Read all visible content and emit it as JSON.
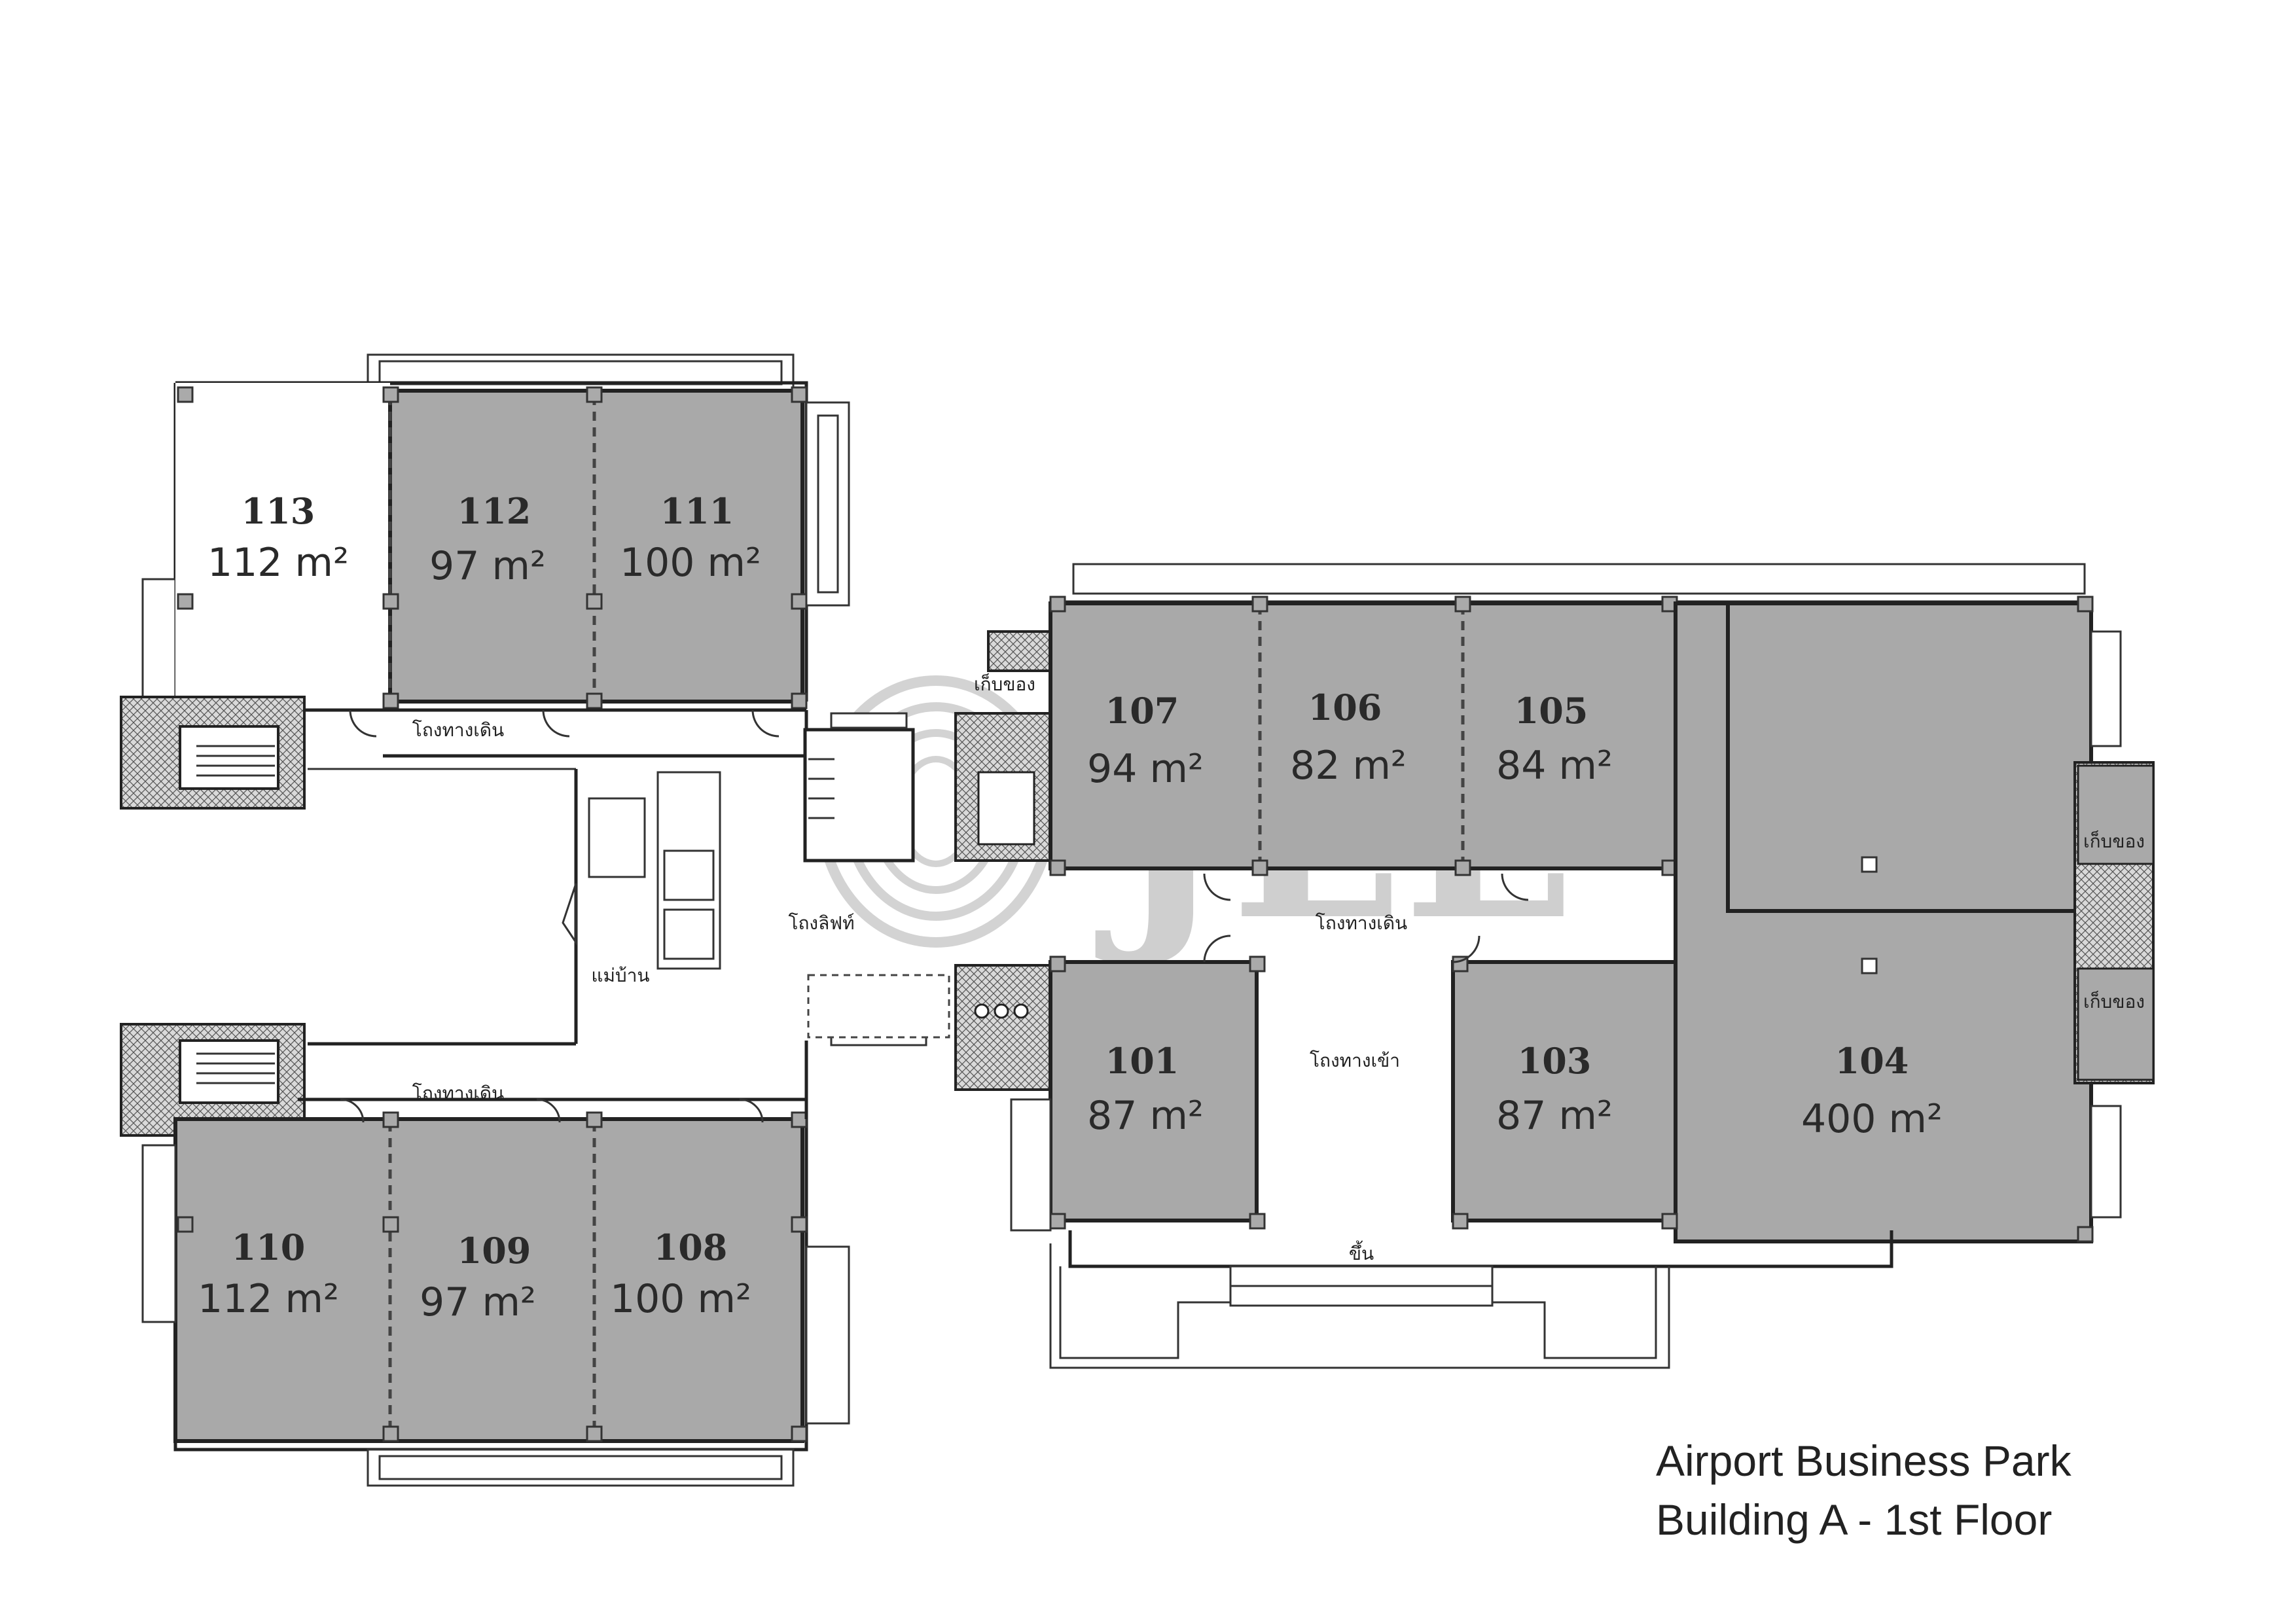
{
  "title": {
    "line1": "Airport Business Park",
    "line2": "Building A - 1st Floor"
  },
  "watermark": {
    "text": "JLL",
    "registered": "®"
  },
  "colors": {
    "leasable": "#a9a9a9",
    "vacant": "#ffffff",
    "lines": "#222222"
  },
  "units": [
    {
      "id": "unit-113",
      "number": "113",
      "area": "112 m²",
      "shaded": false
    },
    {
      "id": "unit-112",
      "number": "112",
      "area": "97 m²",
      "shaded": true
    },
    {
      "id": "unit-111",
      "number": "111",
      "area": "100 m²",
      "shaded": true
    },
    {
      "id": "unit-107",
      "number": "107",
      "area": "94 m²",
      "shaded": true
    },
    {
      "id": "unit-106",
      "number": "106",
      "area": "82 m²",
      "shaded": true
    },
    {
      "id": "unit-105",
      "number": "105",
      "area": "84 m²",
      "shaded": true
    },
    {
      "id": "unit-101",
      "number": "101",
      "area": "87 m²",
      "shaded": true
    },
    {
      "id": "unit-103",
      "number": "103",
      "area": "87 m²",
      "shaded": true
    },
    {
      "id": "unit-104",
      "number": "104",
      "area": "400 m²",
      "shaded": true
    },
    {
      "id": "unit-110",
      "number": "110",
      "area": "112 m²",
      "shaded": true
    },
    {
      "id": "unit-109",
      "number": "109",
      "area": "97 m²",
      "shaded": true
    },
    {
      "id": "unit-108",
      "number": "108",
      "area": "100 m²",
      "shaded": true
    }
  ],
  "zones": {
    "corridor_top_left": "โถงทางเดิน",
    "corridor_bottom_left": "โถงทางเดิน",
    "corridor_right": "โถงทางเดิน",
    "lift_lobby": "โถงลิฟท์",
    "entrance_hall": "โถงทางเข้า",
    "housekeeping": "แม่บ้าน",
    "storage_top": "เก็บของ",
    "storage_right_1": "เก็บของ",
    "storage_right_2": "เก็บของ",
    "up": "ขึ้น"
  }
}
